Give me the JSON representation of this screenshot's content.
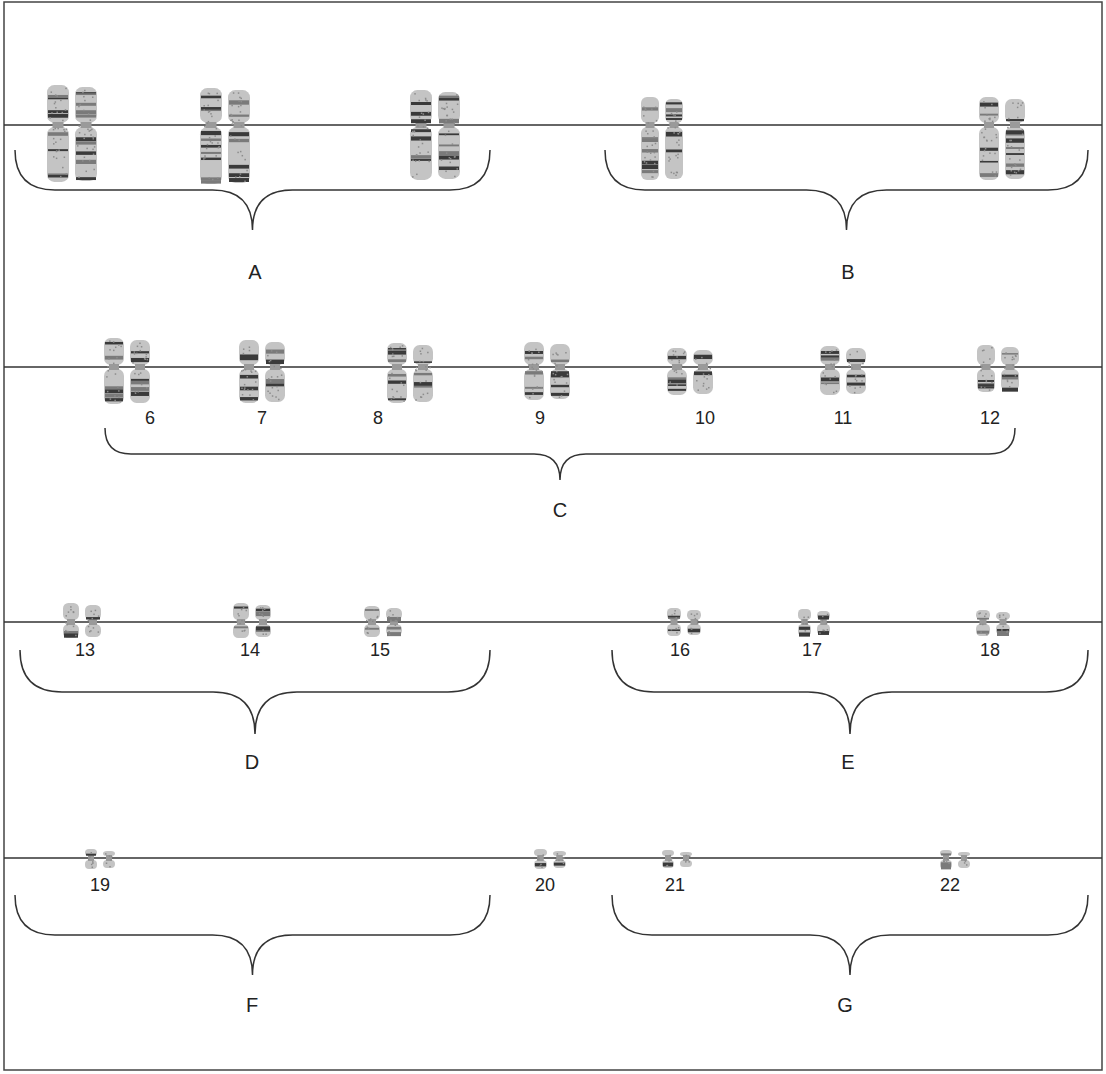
{
  "diagram": {
    "labels": [
      "A",
      "B",
      "6",
      "7",
      "8",
      "9",
      "10",
      "11",
      "12",
      "C",
      "13",
      "14",
      "15",
      "16",
      "17",
      "18",
      "D",
      "E",
      "19",
      "20",
      "21",
      "22",
      "F",
      "G"
    ]
  }
}
